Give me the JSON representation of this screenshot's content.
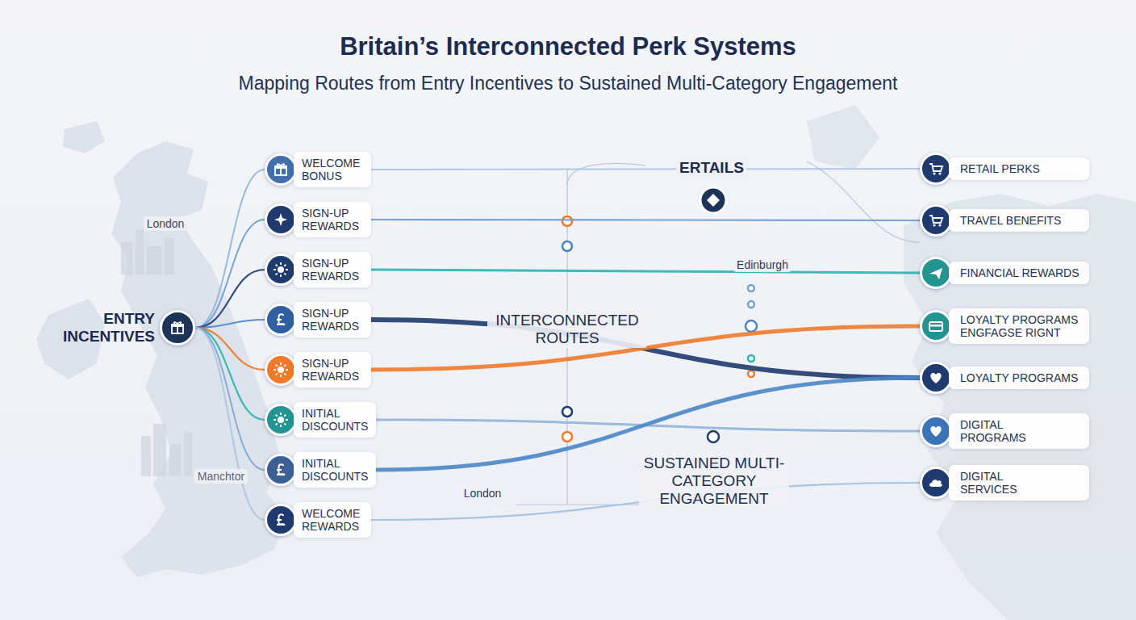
{
  "diagram": {
    "title": "Britain’s Interconnected Perk Systems",
    "caption": "Mapping Routes from Entry Incentives to Sustained Multi-Category Engagement",
    "nodes": [
      {
        "text": [
          "ENTRY INCENTIVES"
        ]
      },
      {
        "text": [
          "WELCOME BONUS"
        ]
      },
      {
        "text": [
          "SIGN-UP REWARDS"
        ]
      },
      {
        "text": [
          "SIGN-UP REWARDS"
        ]
      },
      {
        "text": [
          "SIGN-UP REWARDS"
        ]
      },
      {
        "text": [
          "SIGN-UP REWARDS"
        ]
      },
      {
        "text": [
          "INITIAL DISCOUNTS"
        ]
      },
      {
        "text": [
          "INITIAL DISCOUNTS"
        ]
      },
      {
        "text": [
          "WELCOME REWARDS"
        ]
      },
      {
        "text": [
          "RETAIL PERKS"
        ]
      },
      {
        "text": [
          "TRAVEL BENEFITS"
        ]
      },
      {
        "text": [
          "FINANCIAL REWARDS"
        ]
      },
      {
        "text": [
          "LOYALTY PROGRAMS ENGFAGSE RIGNT"
        ]
      },
      {
        "text": [
          "LOYALTY PROGRAMS"
        ]
      },
      {
        "text": [
          "DIGITAL PROGRAMS"
        ]
      },
      {
        "text": [
          "DIGITAL SERVICES"
        ]
      }
    ],
    "edges": [
      {
        "from": 0,
        "to": 1,
        "arrow": "none"
      },
      {
        "from": 0,
        "to": 2,
        "arrow": "none"
      },
      {
        "from": 0,
        "to": 3,
        "arrow": "none"
      },
      {
        "from": 0,
        "to": 4,
        "arrow": "none"
      },
      {
        "from": 0,
        "to": 5,
        "arrow": "none"
      },
      {
        "from": 0,
        "to": 6,
        "arrow": "none"
      },
      {
        "from": 0,
        "to": 7,
        "arrow": "none"
      },
      {
        "from": 0,
        "to": 8,
        "arrow": "none"
      },
      {
        "from": 1,
        "to": 9,
        "arrow": "none"
      },
      {
        "from": 2,
        "to": 10,
        "arrow": "none"
      },
      {
        "from": 3,
        "to": 11,
        "arrow": "none"
      },
      {
        "from": 4,
        "to": 13,
        "arrow": "none"
      },
      {
        "from": 5,
        "to": 12,
        "arrow": "none"
      },
      {
        "from": 6,
        "to": 14,
        "arrow": "none"
      },
      {
        "from": 7,
        "to": 13,
        "arrow": "none"
      },
      {
        "from": 8,
        "to": 15,
        "arrow": "none"
      }
    ],
    "labels": [
      "London",
      "Manchtor",
      "INTERCONNECTED ROUTES",
      "ERTAILS",
      "Edinburgh",
      "London",
      "SUSTAINED MULTI-CATEGORY ENGAGEMENT"
    ]
  }
}
